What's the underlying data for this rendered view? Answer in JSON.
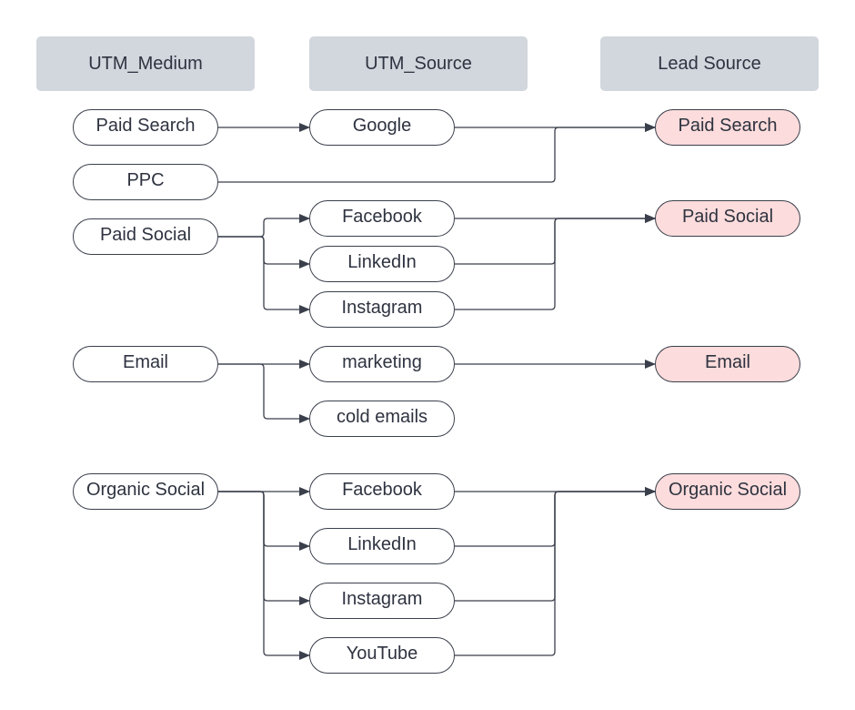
{
  "headers": {
    "medium": "UTM_Medium",
    "source": "UTM_Source",
    "lead": "Lead Source"
  },
  "nodes": {
    "paid_search": "Paid Search",
    "ppc": "PPC",
    "paid_social": "Paid Social",
    "email": "Email",
    "organic_social": "Organic Social",
    "google": "Google",
    "facebook_1": "Facebook",
    "linkedin_1": "LinkedIn",
    "instagram_1": "Instagram",
    "marketing": "marketing",
    "cold_emails": "cold emails",
    "facebook_2": "Facebook",
    "linkedin_2": "LinkedIn",
    "instagram_2": "Instagram",
    "youtube": "YouTube",
    "lead_paid_search": "Paid Search",
    "lead_paid_social": "Paid Social",
    "lead_email": "Email",
    "lead_organic_social": "Organic Social"
  },
  "colors": {
    "header_fill": "#d2d6dd",
    "lead_fill": "#fcdcdc",
    "line": "#3a3f4b"
  },
  "edges": [
    [
      "paid_search",
      "google"
    ],
    [
      "google",
      "lead_paid_search"
    ],
    [
      "ppc",
      "lead_paid_search"
    ],
    [
      "paid_social",
      "facebook_1"
    ],
    [
      "paid_social",
      "linkedin_1"
    ],
    [
      "paid_social",
      "instagram_1"
    ],
    [
      "facebook_1",
      "lead_paid_social"
    ],
    [
      "linkedin_1",
      "lead_paid_social"
    ],
    [
      "instagram_1",
      "lead_paid_social"
    ],
    [
      "email",
      "marketing"
    ],
    [
      "email",
      "cold_emails"
    ],
    [
      "marketing",
      "lead_email"
    ],
    [
      "organic_social",
      "facebook_2"
    ],
    [
      "organic_social",
      "linkedin_2"
    ],
    [
      "organic_social",
      "instagram_2"
    ],
    [
      "organic_social",
      "youtube"
    ],
    [
      "facebook_2",
      "lead_organic_social"
    ],
    [
      "linkedin_2",
      "lead_organic_social"
    ],
    [
      "instagram_2",
      "lead_organic_social"
    ],
    [
      "youtube",
      "lead_organic_social"
    ]
  ]
}
